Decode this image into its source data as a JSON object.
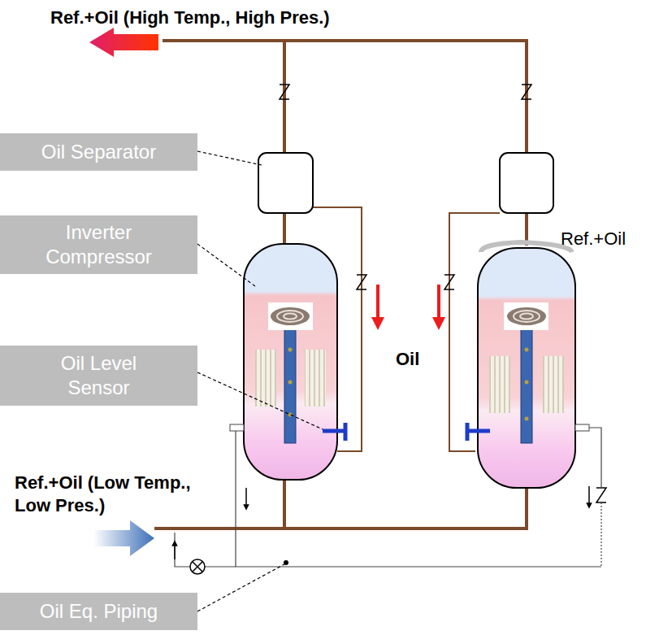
{
  "diagram": {
    "nodes": [
      {
        "text": [
          "Oil Separator"
        ]
      },
      {
        "text": [
          "Inverter Compressor"
        ]
      },
      {
        "text": [
          "Oil Level Sensor"
        ]
      },
      {
        "text": [
          "Oil Eq. Piping"
        ]
      }
    ],
    "labels": [
      "Ref.+Oil (High Temp., High Pres.)",
      "Ref.+Oil",
      "Oil",
      "Ref.+Oil (Low Temp., Low Pres.)"
    ]
  }
}
